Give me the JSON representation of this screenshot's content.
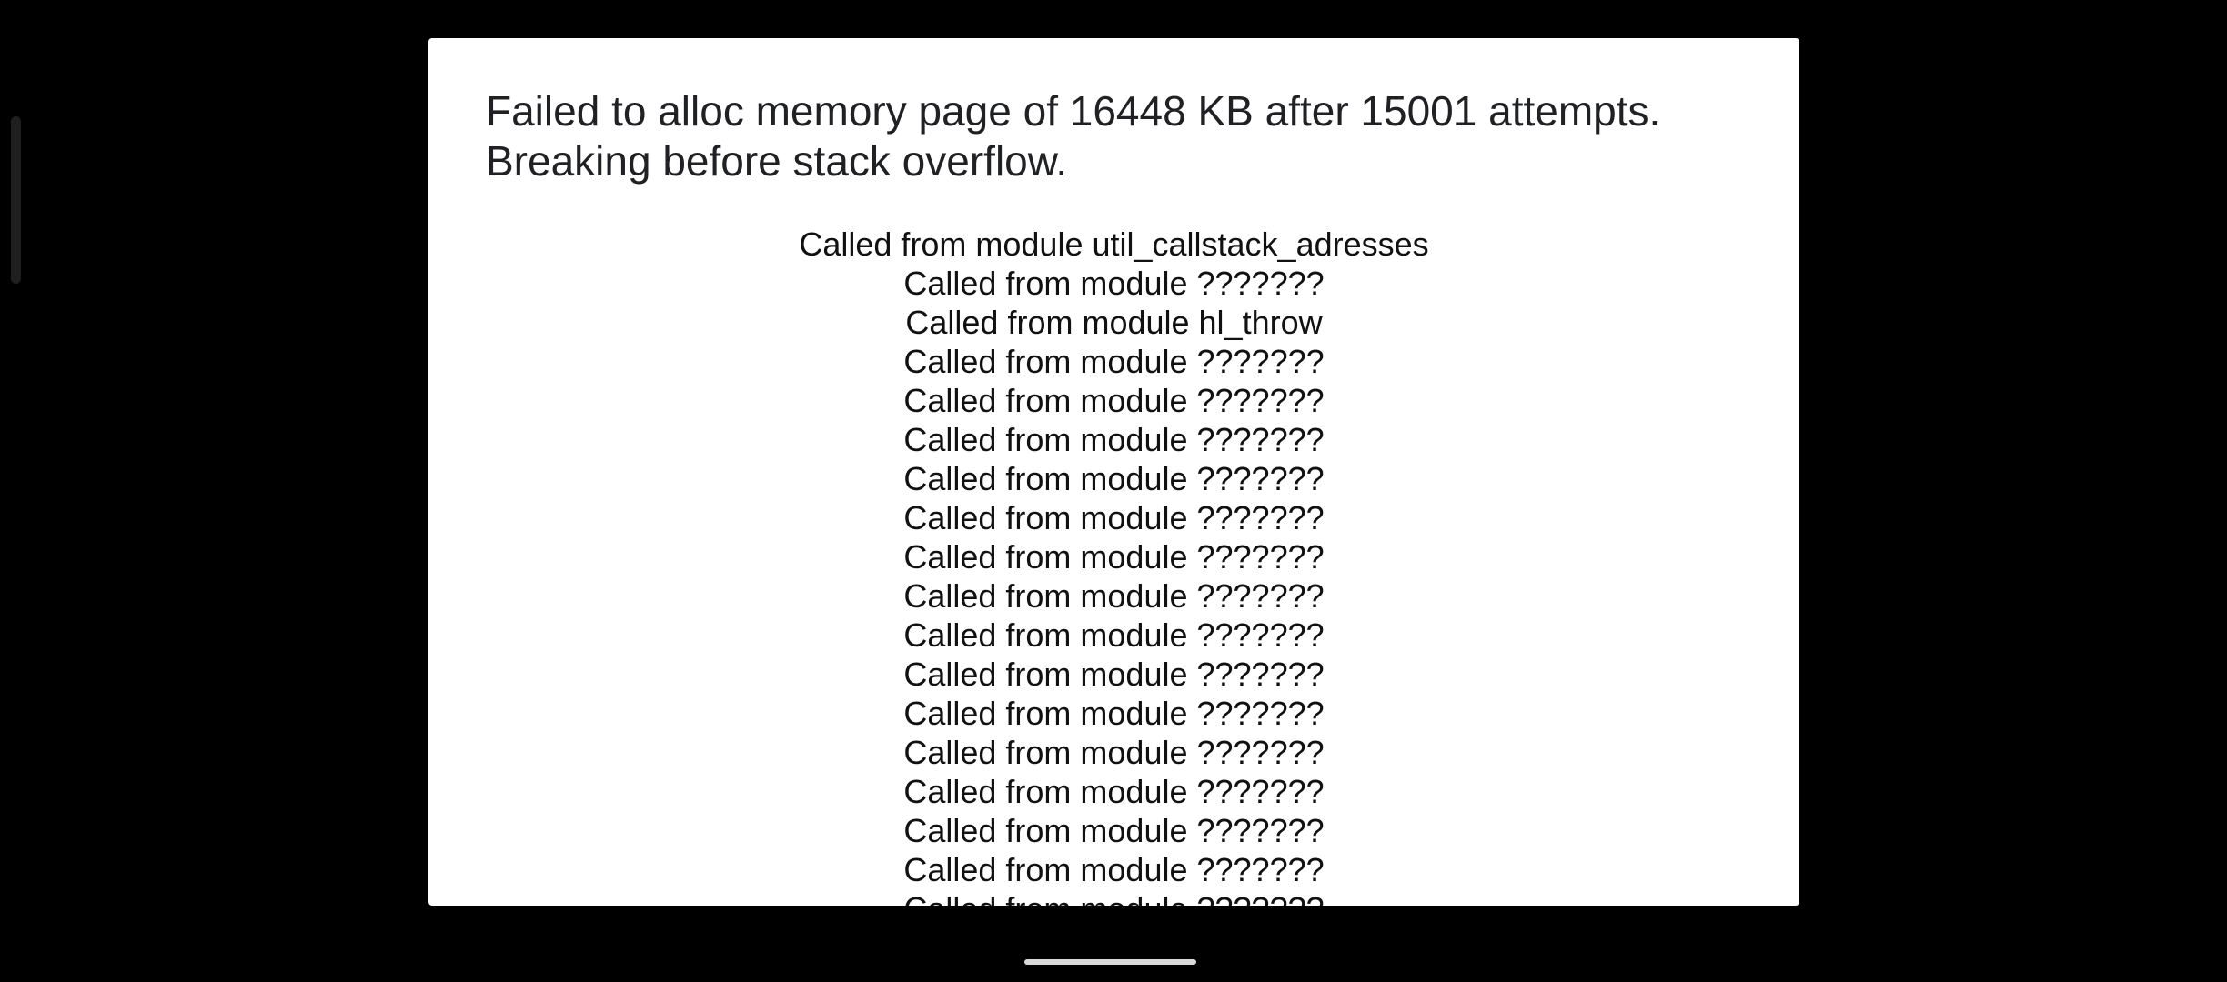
{
  "dialog": {
    "title": "Failed to alloc memory page of 16448 KB after 15001 attempts.\nBreaking before stack overflow.",
    "trace": [
      "Called from module util_callstack_adresses",
      "Called from module ???????",
      "Called from module hl_throw",
      "Called from module ???????",
      "Called from module ???????",
      "Called from module ???????",
      "Called from module ???????",
      "Called from module ???????",
      "Called from module ???????",
      "Called from module ???????",
      "Called from module ???????",
      "Called from module ???????",
      "Called from module ???????",
      "Called from module ???????",
      "Called from module ???????",
      "Called from module ???????",
      "Called from module ???????",
      "Called from module ???????"
    ]
  }
}
